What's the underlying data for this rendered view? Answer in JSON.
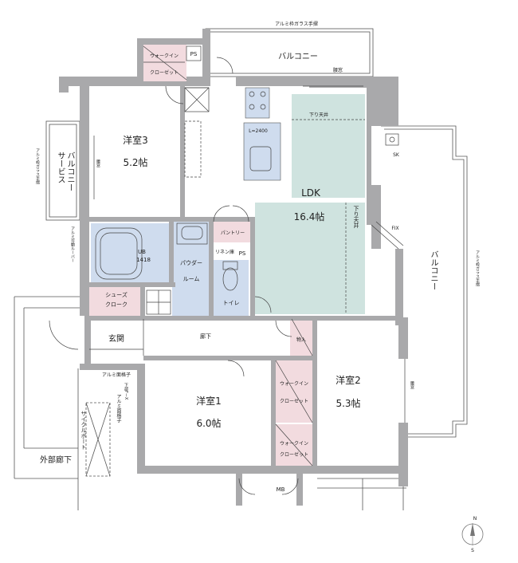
{
  "rooms": {
    "bedroom3": {
      "name": "洋室3",
      "size": "5.2帖"
    },
    "bedroom1": {
      "name": "洋室1",
      "size": "6.0帖"
    },
    "bedroom2": {
      "name": "洋室2",
      "size": "5.3帖"
    },
    "ldk": {
      "name": "LDK",
      "size": "16.4帖"
    },
    "ub": {
      "name": "UB",
      "size": "1418"
    },
    "powder": {
      "name1": "パウダー",
      "name2": "ルーム"
    },
    "toilet": "トイレ",
    "pantry": "パントリー",
    "linen": "リネン庫",
    "ps": "PS",
    "shoes1": "シューズ",
    "shoes2": "クローク",
    "entrance": "玄関",
    "hallway": "廊下",
    "storage": "物入",
    "walkin1": "ウォークイン",
    "walkin2": "クローゼット",
    "mb": "MB"
  },
  "exterior": {
    "balcony_top": "バルコニー",
    "balcony_right": "バルコニー",
    "service_balcony1": "サービス",
    "service_balcony2": "バルコニー",
    "glass_rail": "アルミ枠ガラス手摺",
    "aluminum_louver": "アルミ可動ルーバー",
    "aluminum_lattice": "アルミ面格子",
    "aluminum_lattice_v": "アルミ面格子",
    "floor_fx": "下部FーX",
    "cycle_port": "サイクルポート",
    "outer_corridor": "外部廊下",
    "drop_ceiling1": "下り天井",
    "drop_ceiling2": "下り天井",
    "window_sill": "腰窓",
    "sk": "SK",
    "fix": "FIX",
    "counter": "L=2400"
  },
  "compass": {
    "north": "N",
    "south": "S"
  },
  "colors": {
    "wall": "#a9a9ab",
    "ldk_fill": "#cfe3df",
    "bath_fill": "#cfdcee",
    "closet_fill": "#f2dbdf",
    "line": "#333333"
  }
}
